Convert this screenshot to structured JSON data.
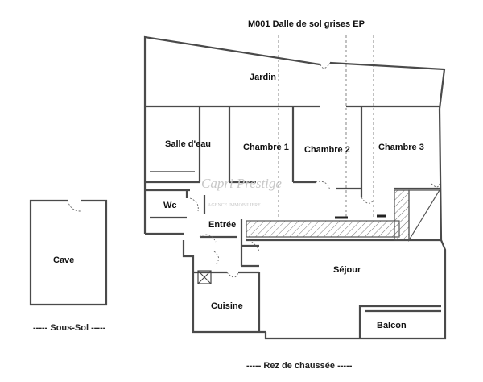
{
  "title": "M001 Dalle de sol grises EP",
  "rooms": {
    "jardin": "Jardin",
    "salle_eau": "Salle d'eau",
    "chambre1": "Chambre 1",
    "chambre2": "Chambre 2",
    "chambre3": "Chambre 3",
    "wc": "Wc",
    "entree": "Entrée",
    "sejour": "Séjour",
    "cuisine": "Cuisine",
    "balcon": "Balcon",
    "cave": "Cave"
  },
  "captions": {
    "sous_sol": "----- Sous-Sol -----",
    "rez": "----- Rez de chaussée -----"
  },
  "watermark": {
    "line1": "Capri Prestige",
    "line2": "AGENCE IMMOBILIERE"
  }
}
